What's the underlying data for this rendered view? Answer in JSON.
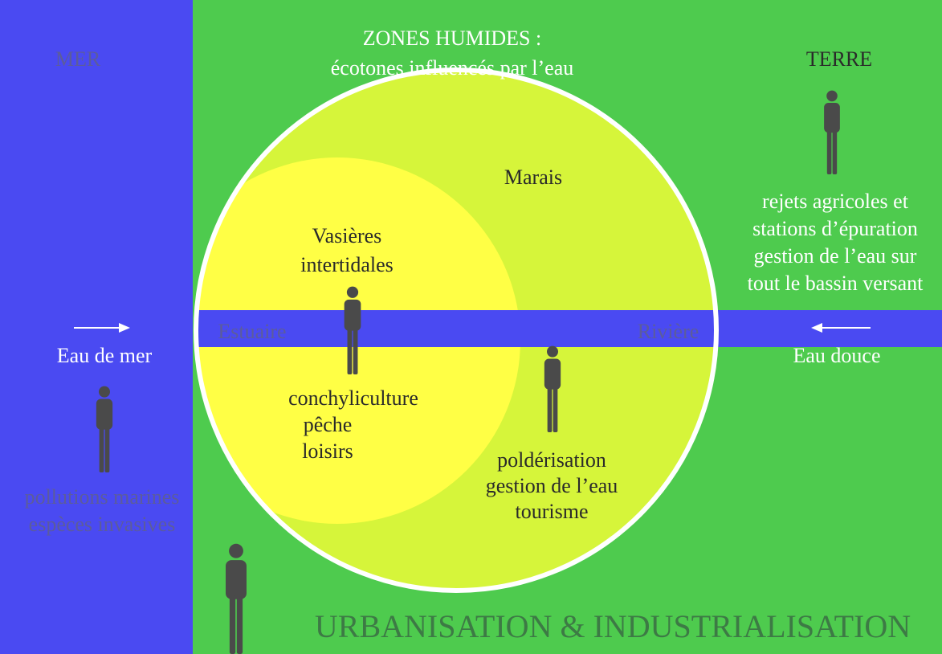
{
  "colors": {
    "sea": "#4a4af2",
    "land": "#4ecb4e",
    "marsh": "#d6f53a",
    "mudflat": "#ffff45",
    "person": "#4a4a4a",
    "text_dark": "#2a2a2a",
    "text_light": "#ffffff",
    "text_sea_dim": "#5c5c9c",
    "text_urban": "#3d7a45",
    "circle_border": "#ffffff"
  },
  "sea": {
    "label": "MER",
    "flow_label": "Eau de mer",
    "pressures": [
      "pollutions marines",
      "espèces invasives"
    ]
  },
  "land": {
    "label": "TERRE",
    "flow_label": "Eau douce",
    "pressures": [
      "rejets agricoles et",
      "stations d’épuration",
      "gestion de l’eau sur",
      "tout le bassin versant"
    ]
  },
  "title": {
    "line1": "ZONES HUMIDES :",
    "line2": "écotones influencés par l’eau"
  },
  "marsh": {
    "label": "Marais",
    "uses": [
      "poldérisation",
      "gestion de l’eau",
      "tourisme"
    ]
  },
  "mudflat": {
    "label": [
      "Vasières",
      "intertidales"
    ],
    "uses": [
      "conchyliculture",
      "pêche",
      "loisirs"
    ]
  },
  "river": {
    "estuary_label": "Estuaire",
    "river_label": "Rivière"
  },
  "urban": {
    "label": "URBANISATION & INDUSTRIALISATION"
  },
  "icons": {
    "person": "person-icon",
    "arrow_right": "arrow-right-icon",
    "arrow_left": "arrow-left-icon"
  }
}
